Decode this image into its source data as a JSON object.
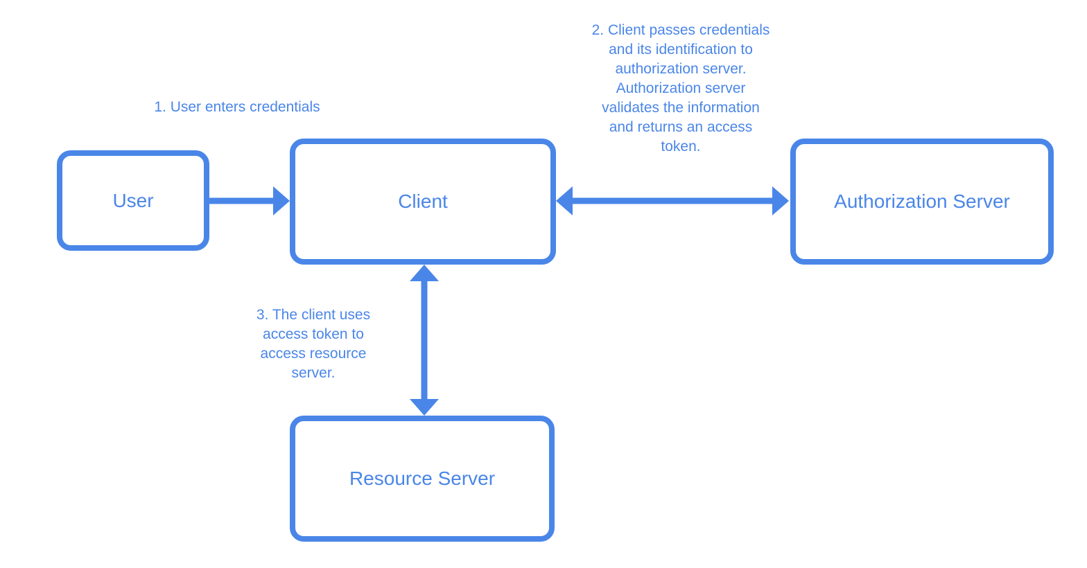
{
  "colors": {
    "accent": "#4a86e8",
    "background": "#ffffff"
  },
  "diagram": {
    "type": "oauth-flow-diagram",
    "nodes": [
      {
        "id": "user",
        "label": "User"
      },
      {
        "id": "client",
        "label": "Client"
      },
      {
        "id": "authorization-server",
        "label": "Authorization Server"
      },
      {
        "id": "resource-server",
        "label": "Resource Server"
      }
    ],
    "annotations": [
      {
        "id": "step-1",
        "text": "1. User enters credentials"
      },
      {
        "id": "step-2",
        "text": "2. Client passes credentials\nand its identification to\nauthorization server.\nAuthorization server\nvalidates the information\nand returns an access\ntoken."
      },
      {
        "id": "step-3",
        "text": "3. The client uses\naccess token to\naccess resource\nserver."
      }
    ],
    "edges": [
      {
        "from": "user",
        "to": "client",
        "direction": "one-way"
      },
      {
        "from": "client",
        "to": "authorization-server",
        "direction": "two-way"
      },
      {
        "from": "client",
        "to": "resource-server",
        "direction": "two-way"
      }
    ]
  }
}
